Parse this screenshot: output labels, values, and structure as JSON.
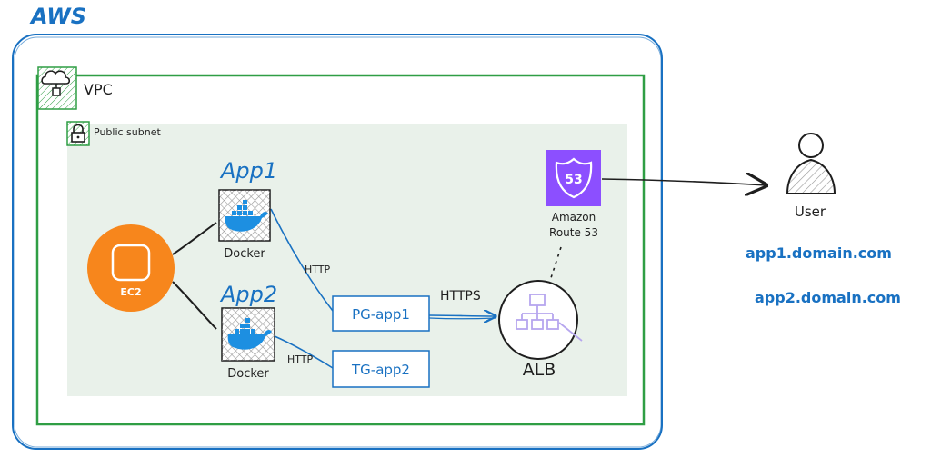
{
  "cloud": {
    "label": "AWS"
  },
  "vpc": {
    "label": "VPC"
  },
  "subnet": {
    "label": "Public subnet"
  },
  "ec2": {
    "label": "EC2"
  },
  "apps": [
    {
      "title": "App1",
      "runtime": "Docker"
    },
    {
      "title": "App2",
      "runtime": "Docker"
    }
  ],
  "edges": {
    "http1": "HTTP",
    "http2": "HTTP",
    "https": "HTTPS"
  },
  "target_groups": [
    {
      "label": "PG-app1"
    },
    {
      "label": "TG-app2"
    }
  ],
  "alb": {
    "label": "ALB"
  },
  "route53": {
    "badge": "53",
    "line1": "Amazon",
    "line2": "Route 53"
  },
  "user": {
    "label": "User"
  },
  "domains": [
    "app1.domain.com",
    "app2.domain.com"
  ],
  "colors": {
    "accent_blue": "#1971c2",
    "vpc_green": "#2f9e44",
    "subnet_bg": "#e9f1ea",
    "ec2_orange": "#f7861c",
    "route53_purple": "#8c4fff",
    "alb_lavender": "#b6a6ee",
    "docker_blue": "#1d8fe1"
  }
}
